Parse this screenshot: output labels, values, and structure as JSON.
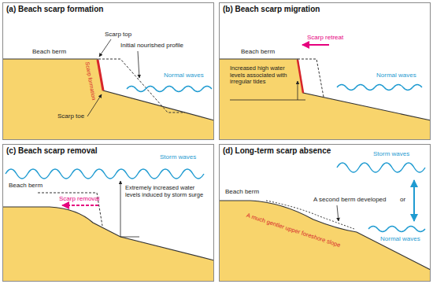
{
  "diagram": {
    "nodes": [
      {
        "text": [
          "(a) Beach scarp formation"
        ]
      },
      {
        "text": [
          "(b) Beach scarp migration"
        ]
      },
      {
        "text": [
          "(c) Beach scarp removal"
        ]
      },
      {
        "text": [
          "(d) Long-term scarp absence"
        ]
      }
    ],
    "labels": [
      "Beach berm",
      "Scarp top",
      "Scarp formation",
      "Initial nourished profile",
      "Scarp toe",
      "Normal waves",
      "Beach berm",
      "Scarp retreat",
      "Increased high water levels associated with irregular tides",
      "Normal waves",
      "Beach berm",
      "Storm waves",
      "Scarp removal",
      "Extremely increased water levels induced by storm surge",
      "Beach berm",
      "A second berm developed",
      "A much gentler upper foreshore slope",
      "Storm waves",
      "or",
      "Normal waves"
    ]
  }
}
